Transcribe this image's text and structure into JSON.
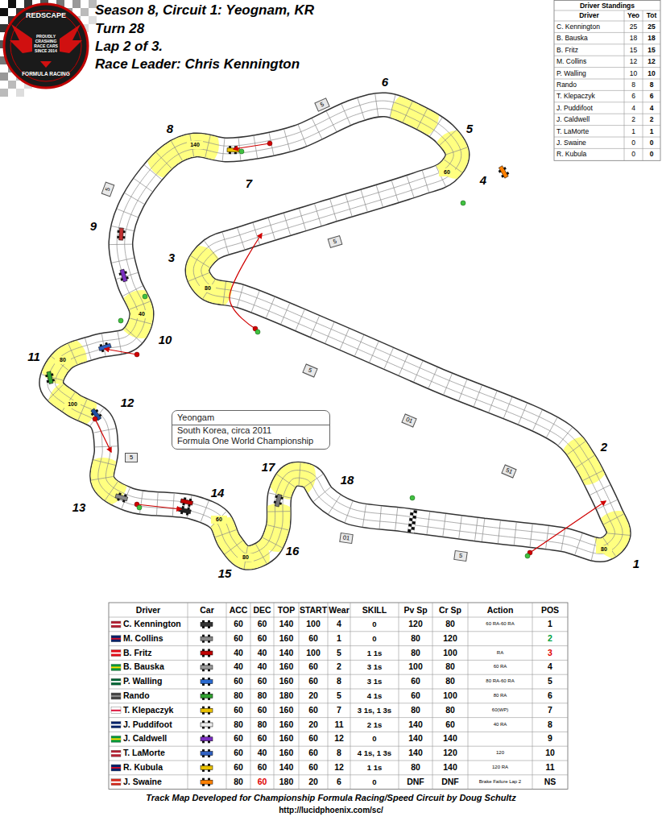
{
  "diagram": {
    "title": "Season 8, Circuit 1: Yeognam, KR",
    "nodes": [
      {
        "text": [
          "Yeongam",
          "South Korea, circa 2011",
          "Formula One World Championship"
        ]
      }
    ],
    "labels": [
      "Turn 28",
      "Lap 2 of 3.",
      "Race Leader: Chris Kennington",
      "REDSCAPE",
      "PROUDLY CRASHING RACE CARS SINCE 2014",
      "FORMULA RACING",
      "Driver Standings",
      "Driver",
      "Yeo",
      "Tot",
      "C. Kennington",
      "25",
      "25",
      "B. Bauska",
      "18",
      "18",
      "B. Fritz",
      "15",
      "15",
      "M. Collins",
      "12",
      "12",
      "P. Walling",
      "10",
      "10",
      "Rando",
      "8",
      "8",
      "T. Klepaczyk",
      "6",
      "6",
      "J. Puddifoot",
      "4",
      "4",
      "J. Caldwell",
      "2",
      "2",
      "T. LaMorte",
      "1",
      "1",
      "J. Swaine",
      "0",
      "0",
      "R. Kubula",
      "0",
      "0",
      "Driver",
      "Car",
      "ACC",
      "DEC",
      "TOP",
      "START",
      "Wear",
      "SKILL",
      "Pv Sp",
      "Cr Sp",
      "Action",
      "POS",
      "C. Kennington",
      "60",
      "60",
      "140",
      "100",
      "4",
      "0",
      "120",
      "80",
      "60 RA-60 RA",
      "1",
      "M. Collins",
      "60",
      "60",
      "160",
      "60",
      "1",
      "0",
      "80",
      "120",
      "2",
      "B. Fritz",
      "40",
      "40",
      "140",
      "100",
      "5",
      "1 1s",
      "80",
      "100",
      "RA",
      "3",
      "B. Bauska",
      "40",
      "40",
      "160",
      "60",
      "2",
      "3 1s",
      "100",
      "80",
      "60 RA",
      "4",
      "P. Walling",
      "60",
      "60",
      "160",
      "60",
      "8",
      "3 1s",
      "60",
      "80",
      "80 RA-60 RA",
      "5",
      "Rando",
      "80",
      "80",
      "180",
      "20",
      "5",
      "4 1s",
      "60",
      "100",
      "80 RA",
      "6",
      "T. Klepaczyk",
      "60",
      "60",
      "160",
      "60",
      "7",
      "3 1s, 1 3s",
      "80",
      "80",
      "60(WP)",
      "7",
      "J. Puddifoot",
      "80",
      "80",
      "160",
      "20",
      "11",
      "2 1s",
      "140",
      "60",
      "40 RA",
      "8",
      "J. Caldwell",
      "60",
      "60",
      "160",
      "60",
      "12",
      "0",
      "140",
      "140",
      "9",
      "T. LaMorte",
      "60",
      "40",
      "160",
      "60",
      "8",
      "4 1s, 1 3s",
      "140",
      "120",
      "120",
      "10",
      "R. Kubula",
      "60",
      "60",
      "140",
      "60",
      "12",
      "1 1s",
      "80",
      "140",
      "120 RA",
      "11",
      "J. Swaine",
      "80",
      "60",
      "180",
      "20",
      "6",
      "0",
      "DNF",
      "DNF",
      "Brake Failure Lap 2",
      "NS",
      "1",
      "2",
      "3",
      "4",
      "5",
      "6",
      "7",
      "8",
      "9",
      "10",
      "11",
      "12",
      "13",
      "14",
      "15",
      "16",
      "17",
      "18",
      "5",
      "5",
      "5",
      "5",
      "01",
      "51",
      "5",
      "01",
      "5",
      "80",
      "80",
      "60",
      "140",
      "40",
      "80",
      "100",
      "80",
      "60",
      "Track Map Developed for Championship Formula Racing/Speed Circuit by Doug Schultz",
      "http://lucidphoenix.com/sc/"
    ]
  }
}
